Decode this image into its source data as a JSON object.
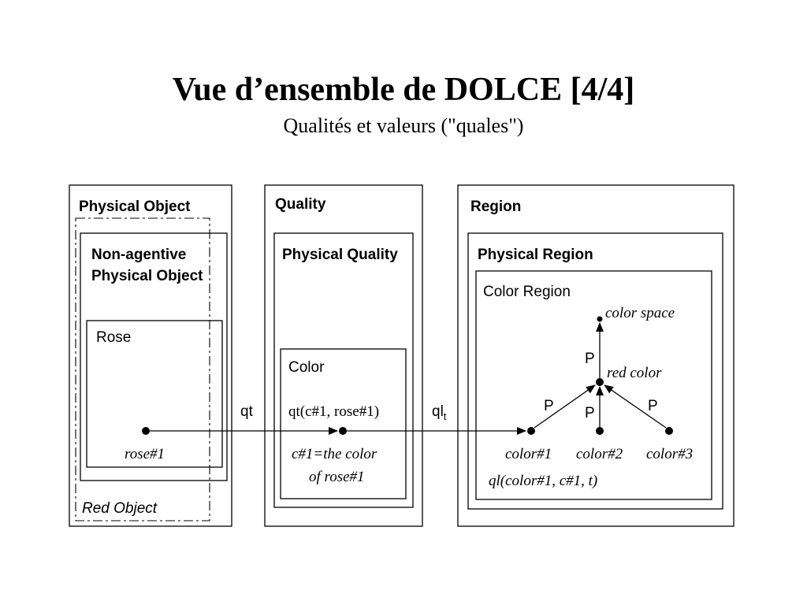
{
  "slide": {
    "title": "Vue d’ensemble de DOLCE [4/4]",
    "subtitle": "Qualités et valeurs (\"quales\")"
  },
  "diagram": {
    "physical_object": "Physical Object",
    "non_agentive_line1": "Non-agentive",
    "non_agentive_line2": "Physical Object",
    "rose": "Rose",
    "rose_instance": "rose#1",
    "red_object": "Red Object",
    "quality": "Quality",
    "physical_quality": "Physical Quality",
    "color": "Color",
    "qt_arrow": "qt",
    "qt_expr": "qt(c#1, rose#1)",
    "c1_line1": "c#1=the color",
    "c1_line2": "of rose#1",
    "qlt_arrow": "ql",
    "qlt_sub": "t",
    "region": "Region",
    "physical_region": "Physical Region",
    "color_region": "Color Region",
    "color_space": "color space",
    "red_color": "red color",
    "color1": "color#1",
    "color2": "color#2",
    "color3": "color#3",
    "p_label": "P",
    "ql_expr": "ql(color#1, c#1, t)"
  }
}
